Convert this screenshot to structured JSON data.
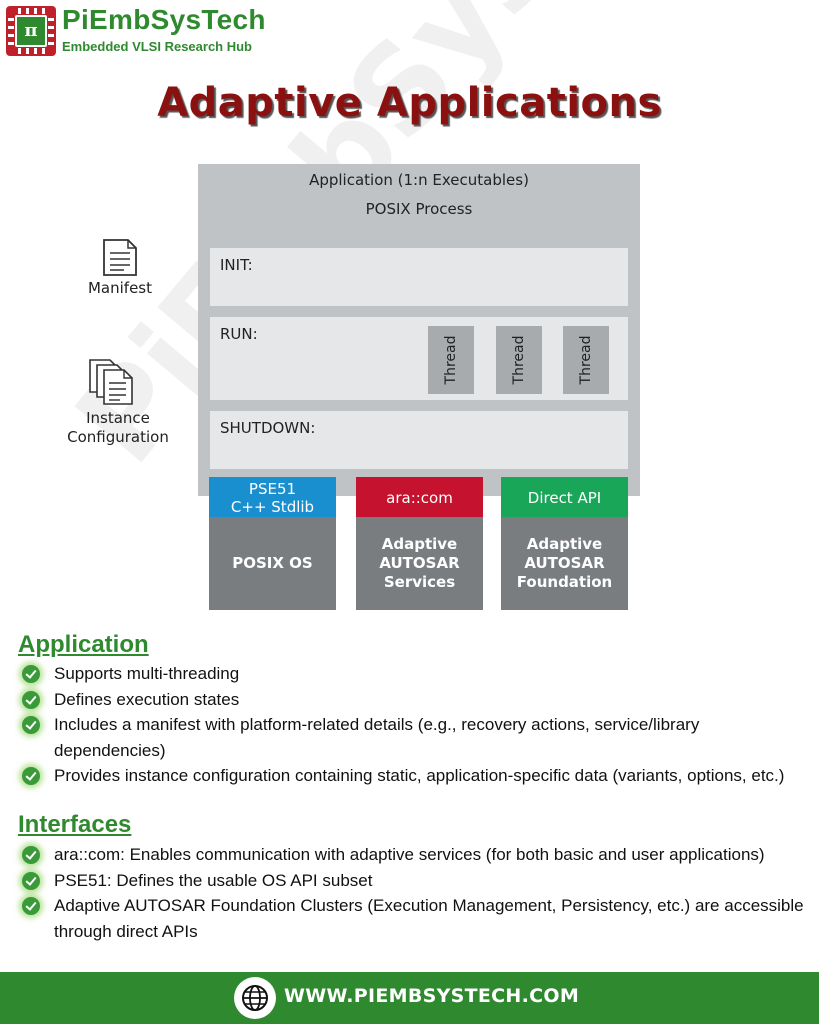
{
  "header": {
    "brand_name": "PiEmbSysTech",
    "brand_tagline": "Embedded VLSI Research Hub",
    "logo_glyph": "π"
  },
  "title": "Adaptive Applications",
  "watermark": "PiEmbSysTech",
  "diagram": {
    "manifest_label": "Manifest",
    "instance_config_label": [
      "Instance",
      "Configuration"
    ],
    "application_title": "Application (1:n Executables)",
    "process_title": "POSIX Process",
    "states": [
      "INIT:",
      "RUN:",
      "SHUTDOWN:"
    ],
    "threads": [
      "Thread",
      "Thread",
      "Thread"
    ],
    "interfaces": [
      {
        "label": [
          "PSE51",
          "C++ Stdlib"
        ],
        "color": "#1a8fd0"
      },
      {
        "label": [
          "ara::com"
        ],
        "color": "#c4122f"
      },
      {
        "label": [
          "Direct API"
        ],
        "color": "#1aa659"
      }
    ],
    "platforms": [
      {
        "label": [
          "POSIX OS"
        ]
      },
      {
        "label": [
          "Adaptive",
          "AUTOSAR",
          "Services"
        ]
      },
      {
        "label": [
          "Adaptive",
          "AUTOSAR",
          "Foundation"
        ]
      }
    ],
    "colors": {
      "app_box": "#bfc3c6",
      "state_box": "#e6e7e8",
      "thread_box": "#a7abae",
      "platform_box": "#7a7d80"
    }
  },
  "sections": [
    {
      "title": "Application",
      "items": [
        "Supports multi-threading",
        "Defines execution states",
        "Includes a manifest with platform-related details (e.g., recovery actions, service/library dependencies)",
        "Provides instance configuration containing static, application-specific data (variants, options, etc.)"
      ]
    },
    {
      "title": "Interfaces",
      "items": [
        "ara::com: Enables communication with adaptive services (for both basic and user applications)",
        "PSE51: Defines the usable OS API subset",
        "Adaptive AUTOSAR Foundation Clusters (Execution Management, Persistency, etc.) are accessible through direct APIs"
      ]
    }
  ],
  "footer": {
    "url": "WWW.PIEMBSYSTECH.COM",
    "icon": "globe-icon"
  },
  "theme": {
    "brand_green": "#2f8a2f",
    "title_red": "#8b1010",
    "logo_red": "#c0202a"
  }
}
